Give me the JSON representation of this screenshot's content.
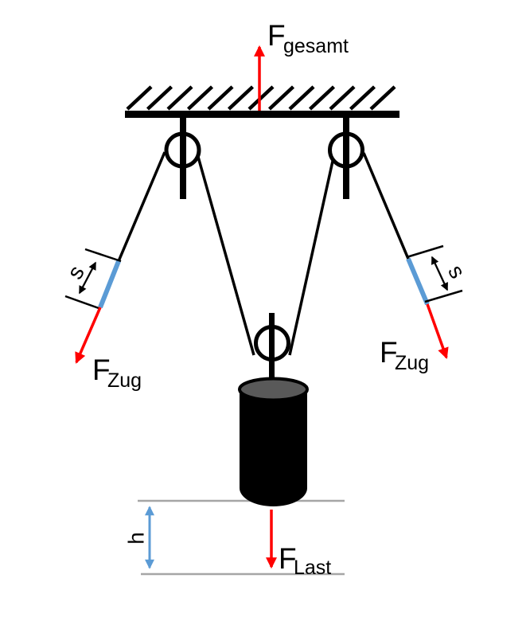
{
  "labels": {
    "f_gesamt": {
      "main": "F",
      "sub": "gesamt"
    },
    "f_zug_left": {
      "main": "F",
      "sub": "Zug"
    },
    "f_zug_right": {
      "main": "F",
      "sub": "Zug"
    },
    "f_last": {
      "main": "F",
      "sub": "Last"
    },
    "s_left": "s",
    "s_right": "s",
    "h": "h"
  },
  "colors": {
    "ink": "#000000",
    "background": "#ffffff",
    "force": "#ff0000",
    "rope_highlight": "#5b9bd5",
    "measure": "#5b9bd5",
    "reference_line": "#a6a6a6",
    "cylinder_top": "#595959"
  }
}
